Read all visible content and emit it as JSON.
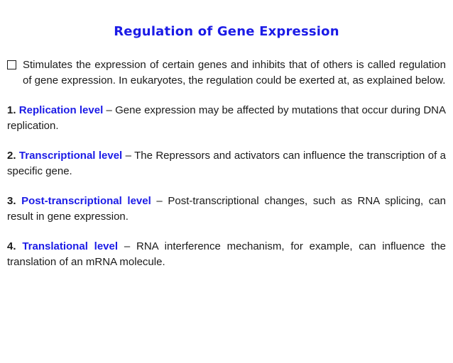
{
  "slide": {
    "title": "Regulation of Gene Expression",
    "colors": {
      "accent_blue": "#1b1be6",
      "body_text": "#1a1a1a",
      "background": "#ffffff"
    },
    "bullet": {
      "icon": "empty-checkbox",
      "text": "Stimulates the expression of certain genes and inhibits that of others is called regulation of gene expression. In eukaryotes, the regulation could be exerted at, as explained below."
    },
    "items": [
      {
        "number": "1.",
        "label": "Replication level",
        "sep": "–",
        "text": "Gene expression may be affected by mutations that occur during DNA replication."
      },
      {
        "number": "2.",
        "label": "Transcriptional level",
        "sep": "–",
        "text": "The Repressors and activators can influence the transcription of a specific gene."
      },
      {
        "number": "3.",
        "label": "Post-transcriptional level",
        "sep": "–",
        "text": "Post-transcriptional changes, such as RNA splicing, can result in gene expression."
      },
      {
        "number": "4.",
        "label": "Translational level",
        "sep": "–",
        "text": "RNA interference mechanism, for example, can influence the translation of an mRNA molecule."
      }
    ]
  }
}
